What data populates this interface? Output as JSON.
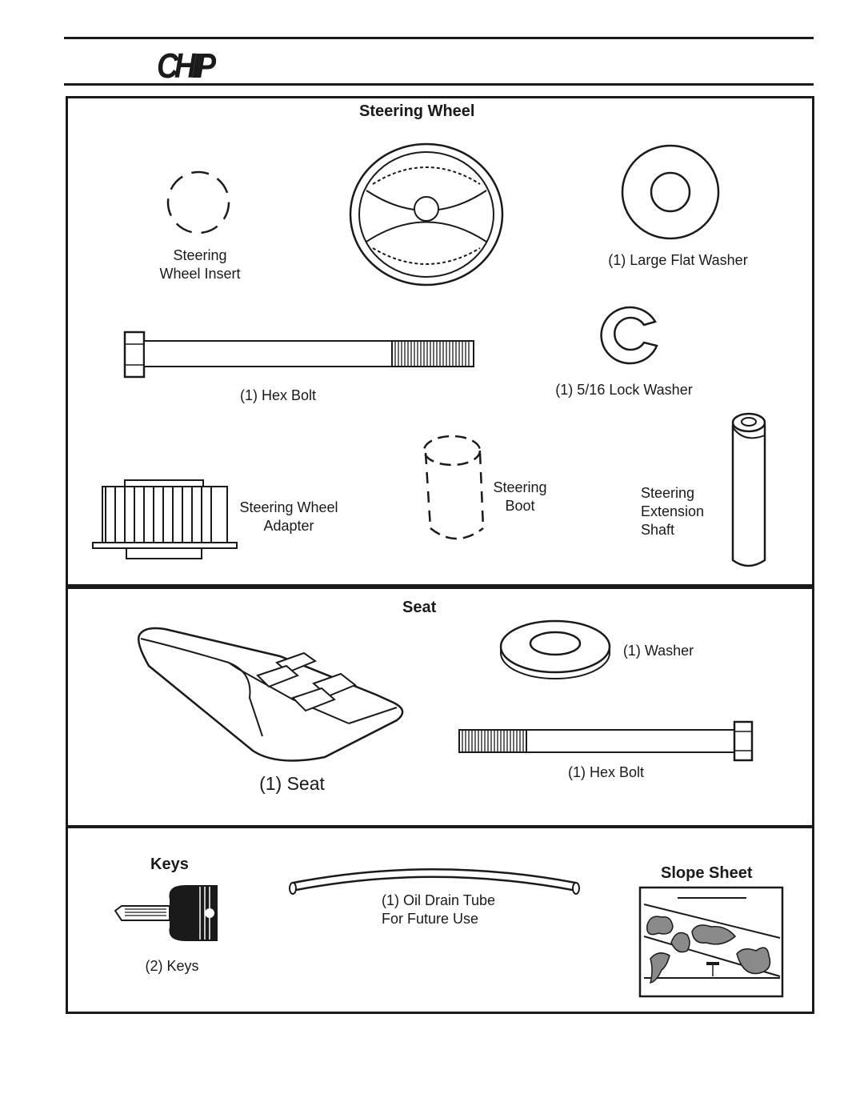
{
  "header": {
    "glyph": "CHIP"
  },
  "steering_section": {
    "heading": "Steering Wheel",
    "insert_label": [
      "Steering",
      "Wheel Insert"
    ],
    "washer_label": "(1) Large Flat Washer",
    "hex_bolt_label": "(1) Hex Bolt",
    "lock_washer_label": "(1) 5/16 Lock Washer",
    "adapter_label": [
      "Steering Wheel",
      "Adapter"
    ],
    "boot_label": [
      "Steering",
      "Boot"
    ],
    "shaft_label": [
      "Steering",
      "Extension",
      "Shaft"
    ]
  },
  "seat_section": {
    "heading": "Seat",
    "seat_label": "(1) Seat",
    "washer_label": "(1) Washer",
    "hex_bolt_label": "(1) Hex Bolt"
  },
  "misc_section": {
    "keys_heading": "Keys",
    "keys_label": "(2) Keys",
    "tube_label": [
      "(1) Oil Drain Tube",
      "For Future Use"
    ],
    "slope_heading": "Slope Sheet"
  }
}
